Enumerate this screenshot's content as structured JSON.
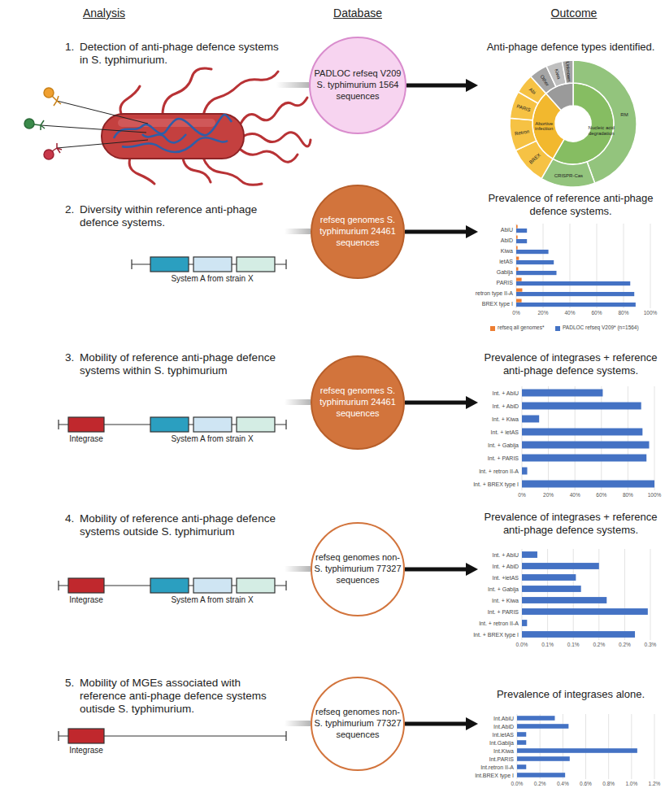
{
  "diagram": {
    "nodes": [
      {
        "text": [
          "PADLOC refseq V209 S. typhimurium 1564 sequences"
        ]
      },
      {
        "text": [
          "Anti-phage defence types identified."
        ]
      },
      {
        "text": [
          "refseq genomes S. typhimurium 24461 sequences"
        ]
      },
      {
        "text": [
          "Prevalence of reference anti-phage defence systems."
        ]
      },
      {
        "text": [
          "refseq genomes S. typhimurium 24461 sequences"
        ]
      },
      {
        "text": [
          "Prevalence of integrases + reference anti-phage defence systems."
        ]
      },
      {
        "text": [
          "refseq genomes non-S. typhimurium 77327 sequences"
        ]
      },
      {
        "text": [
          "Prevalence of integrases + reference anti-phage defence systems."
        ]
      },
      {
        "text": [
          "refseq genomes non-S. typhimurium 77327 sequences"
        ]
      },
      {
        "text": [
          "Prevalence of integrases alone."
        ]
      }
    ],
    "edges": [
      {
        "from": 0,
        "to": 1,
        "arrow": "to"
      },
      {
        "from": 2,
        "to": 3,
        "arrow": "to"
      },
      {
        "from": 4,
        "to": 5,
        "arrow": "to"
      },
      {
        "from": 6,
        "to": 7,
        "arrow": "to"
      },
      {
        "from": 8,
        "to": 9,
        "arrow": "to"
      }
    ],
    "labels": [
      "Analysis",
      "Database",
      "Outcome",
      "1.",
      "Detection of anti-phage defence systems in S. typhimurium.",
      "RM",
      "CRISPR-Cas",
      "BREX",
      "Retron",
      "PARIS",
      "Abi",
      "Other",
      "Kiwa",
      "Unknown",
      "Nucleic acid degradation",
      "Abortive infection",
      "2.",
      "Diversity within reference anti-phage defence systems.",
      "System A from strain X",
      "AbiU",
      "AbiD",
      "Kiwa",
      "ietAS",
      "Gabija",
      "PARIS",
      "retron type II-A",
      "BREX type I",
      "0%",
      "20%",
      "40%",
      "60%",
      "80%",
      "100%",
      "3.",
      "Mobility of reference anti-phage defence systems within S. typhimurium",
      "Integrase",
      "System A from strain X",
      "Int. + AbiU",
      "Int. + AbiD",
      "Int. + Kiwa",
      "Int. + ietAS",
      "Int. + Gabija",
      "Int. + PARIS",
      "Int. + retron II-A",
      "Int. + BREX type I",
      "0%",
      "20%",
      "40%",
      "60%",
      "80%",
      "100%",
      "4.",
      "Mobility of reference anti-phage defence systems outside S. typhimurium",
      "Integrase",
      "System A from strain X",
      "Int. + AbiU",
      "Int. + AbiD",
      "Int. +ietAS",
      "Int. + Gabija",
      "Int. + Kiwa",
      "Int. + PARIS",
      "Int. + retron II-A",
      "Int. + BREX type I",
      "0.0%",
      "0.1%",
      "0.1%",
      "0.2%",
      "0.2%",
      "0.3%",
      "5.",
      "Mobility of MGEs associated with reference anti-phage defence systems outisde S. typhimurium.",
      "Integrase",
      "Int.AbiU",
      "Int.AbiD",
      "Int.ietAS",
      "Int.Gabija",
      "Int.Kiwa",
      "Int.PARIS",
      "Int.retron II-A",
      "Int.BREX type I",
      "0.0%",
      "0.2%",
      "0.4%",
      "0.6%",
      "0.8%",
      "1.0%",
      "1.2%"
    ],
    "legend": [
      {
        "text": "refseq all genomes*",
        "color": "#ed7d31"
      },
      {
        "text": "PADLOC refseq V209* (n=1564)",
        "color": "#4472c4"
      }
    ]
  }
}
